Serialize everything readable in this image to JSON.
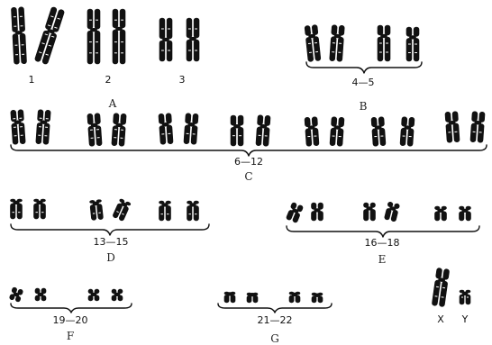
{
  "figure": {
    "ink_color": "#111111",
    "background": "#ffffff",
    "groups": [
      {
        "group": "A",
        "members": [
          "1",
          "2",
          "3"
        ],
        "pairs": 3
      },
      {
        "group": "B",
        "range": "4—5",
        "pairs": 2
      },
      {
        "group": "C",
        "range": "6—12",
        "pairs": 7
      },
      {
        "group": "D",
        "range": "13—15",
        "pairs": 3
      },
      {
        "group": "E",
        "range": "16—18",
        "pairs": 3
      },
      {
        "group": "F",
        "range": "19—20",
        "pairs": 2
      },
      {
        "group": "G",
        "range": "21—22",
        "pairs": 2
      },
      {
        "group": "",
        "members": [
          "X",
          "Y"
        ],
        "pairs": 1
      }
    ]
  }
}
